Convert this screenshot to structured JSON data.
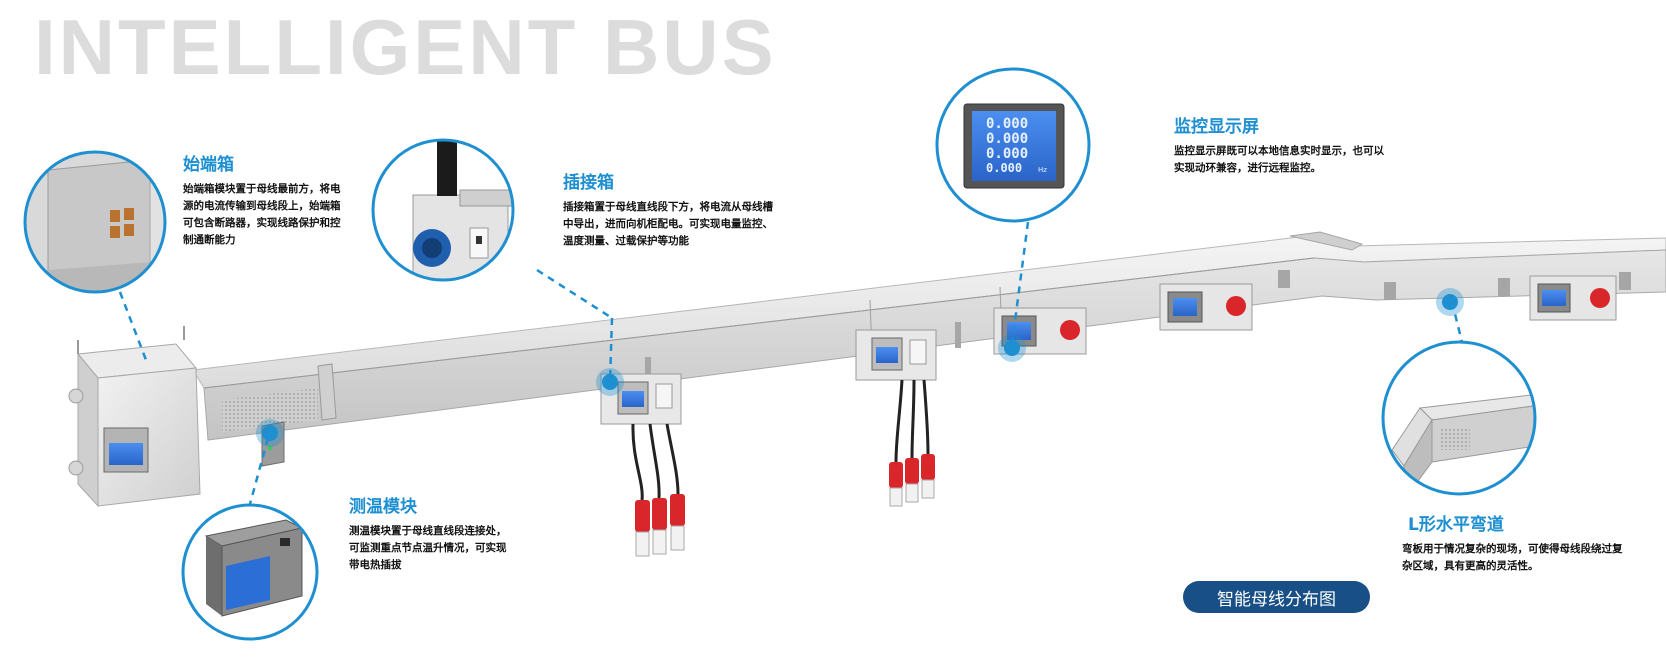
{
  "title": "INTELLIGENT BUS",
  "legend_label": "智能母线分布图",
  "callouts": {
    "start_box": {
      "title": "始端箱",
      "lines": [
        "始端箱模块置于母线最前方，将电",
        "源的电流传输到母线段上，始端箱",
        "可包含断路器，实现线路保护和控",
        "制通断能力"
      ]
    },
    "plug_box": {
      "title": "插接箱",
      "lines": [
        "插接箱置于母线直线段下方，将电流从母线槽",
        "中导出，进而向机柜配电。可实现电量监控、",
        "温度测量、过载保护等功能"
      ]
    },
    "monitor": {
      "title": "监控显示屏",
      "lines": [
        "监控显示屏既可以本地信息实时显示，也可以",
        "实现动环兼容，进行远程监控。"
      ]
    },
    "temp_module": {
      "title": "测温模块",
      "lines": [
        "测温模块置于母线直线段连接处，",
        "可监测重点节点温升情况，可实现",
        "带电热插拔"
      ]
    },
    "l_bend": {
      "title": "L形水平弯道",
      "lines": [
        "弯板用于情况复杂的现场，可使得母线段绕过复",
        "杂区域，具有更高的灵活性。"
      ]
    },
    "display_readings": [
      "0.000",
      "0.000",
      "0.000",
      "0.000"
    ],
    "display_unit": "Hz"
  },
  "colors": {
    "accent": "#1e8fd0",
    "pill": "#174f86",
    "title_gray": "#dcdcdc",
    "plug_red": "#d8262a",
    "plug_blue": "#1f5fae",
    "lcd_blue": "#2b6fd6"
  }
}
